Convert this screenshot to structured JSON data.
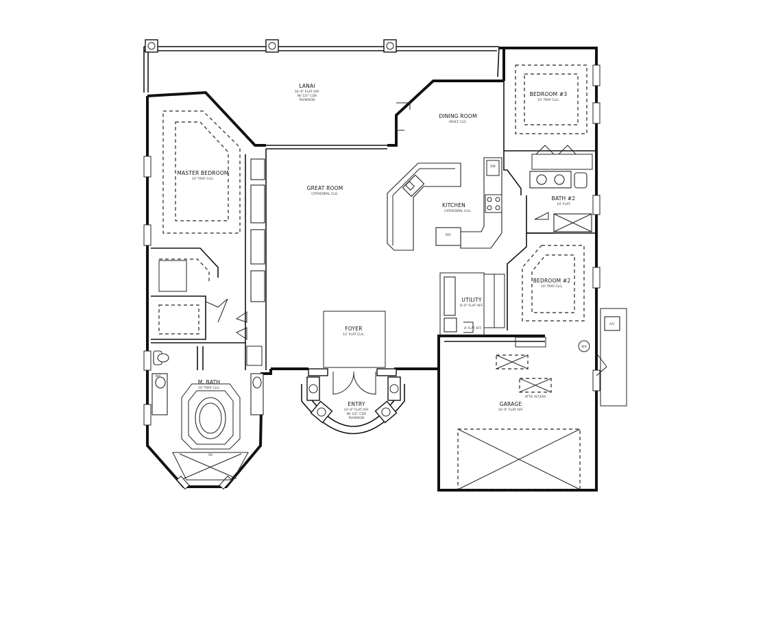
{
  "rooms": {
    "lanai": {
      "name": "LANAI",
      "lines": [
        "16'-0\" FLAT AFF.",
        "W/ 1/2\" CDX",
        "PLYWOOD"
      ]
    },
    "master_bedroom": {
      "name": "MASTER BEDROOM",
      "lines": [
        "10' TRAY CLG."
      ]
    },
    "great_room": {
      "name": "GREAT ROOM",
      "lines": [
        "CATHEDRAL CLG."
      ]
    },
    "dining_room": {
      "name": "DINING ROOM",
      "lines": [
        "VAULT CLG."
      ]
    },
    "kitchen": {
      "name": "KITCHEN",
      "lines": [
        "CATHEDRAL CLG."
      ]
    },
    "bedroom3": {
      "name": "BEDROOM #3",
      "lines": [
        "10' TRAY CLG."
      ]
    },
    "bath2": {
      "name": "BATH #2",
      "lines": [
        "10' FLAT"
      ]
    },
    "bedroom2": {
      "name": "BEDROOM #2",
      "lines": [
        "10' TRAY CLG."
      ]
    },
    "utility": {
      "name": "UTILITY",
      "lines": [
        "8'-0\" FLAT AFF."
      ]
    },
    "foyer": {
      "name": "FOYER",
      "lines": [
        "12' FLAT CLG."
      ]
    },
    "entry": {
      "name": "ENTRY",
      "lines": [
        "14'-0\" FLAT AFF.",
        "W/ 1/2\" CDX",
        "PLYWOOD"
      ]
    },
    "m_bath": {
      "name": "M. BATH",
      "lines": [
        "10' TRAY CLG."
      ]
    },
    "garage": {
      "name": "GARAGE",
      "lines": [
        "10'-0\" FLAT AFF."
      ]
    }
  },
  "labels": {
    "ac": "A/C",
    "attic_access": "ATTIC ACCESS",
    "wh": "WH",
    "ref": "REF",
    "dw": "DW",
    "sh": "SH",
    "wic": "W/C",
    "ceiling_note": "8' FLAT AFF."
  },
  "colors": {
    "ink": "#111111",
    "paper": "#ffffff"
  }
}
